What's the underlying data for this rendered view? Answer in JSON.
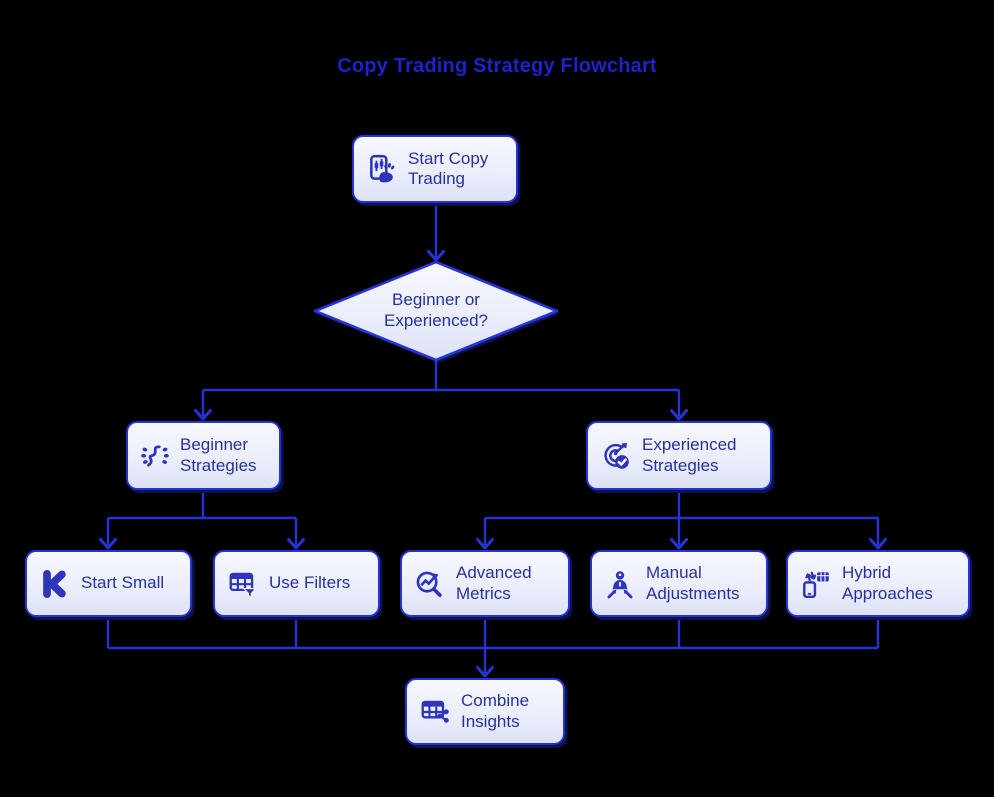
{
  "title": "Copy Trading Strategy Flowchart",
  "colors": {
    "background": "#000000",
    "title_text": "#1c23c9",
    "connector": "#2633d8",
    "node_border": "#2633d8",
    "node_text": "#27319d",
    "icon": "#2e35bb",
    "node_fill_top": "#f7f8fe",
    "node_fill_mid": "#ebeefb",
    "node_fill_bottom": "#dde2f6",
    "node_shadow": "#0d124e"
  },
  "nodes": {
    "start": {
      "label": "Start Copy Trading",
      "icon": "copy-trading-phone-icon"
    },
    "decision": {
      "label": "Beginner or Experienced?"
    },
    "beginner": {
      "label": "Beginner Strategies",
      "icon": "strategy-dots-icon"
    },
    "experienced": {
      "label": "Experienced Strategies",
      "icon": "target-check-icon"
    },
    "start_small": {
      "label": "Start Small",
      "icon": "letter-k-icon"
    },
    "use_filters": {
      "label": "Use Filters",
      "icon": "table-filter-icon"
    },
    "advanced_metrics": {
      "label": "Advanced Metrics",
      "icon": "chart-magnifier-icon"
    },
    "manual_adjustments": {
      "label": "Manual Adjustments",
      "icon": "person-arrows-icon"
    },
    "hybrid_approaches": {
      "label": "Hybrid Approaches",
      "icon": "device-sync-icon"
    },
    "combine_insights": {
      "label": "Combine Insights",
      "icon": "table-share-icon"
    }
  }
}
